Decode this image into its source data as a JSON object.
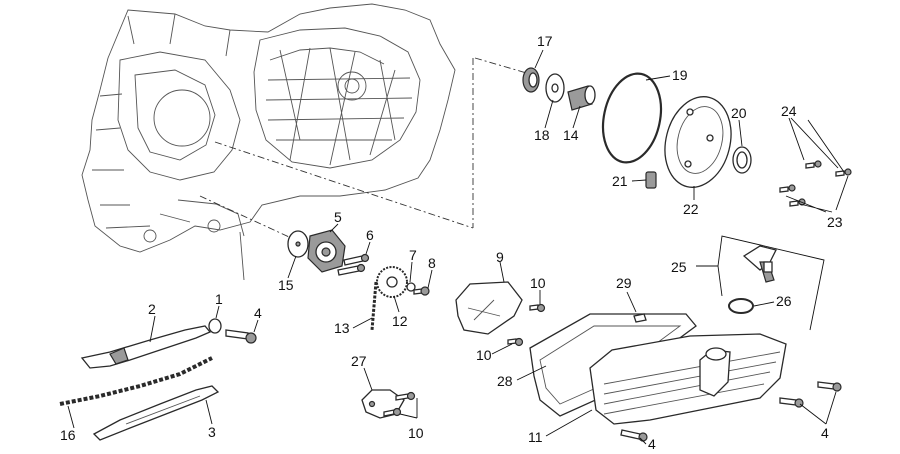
{
  "callouts": [
    {
      "key": "c1",
      "label": "1"
    },
    {
      "key": "c2",
      "label": "2"
    },
    {
      "key": "c3",
      "label": "3"
    },
    {
      "key": "c4a",
      "label": "4"
    },
    {
      "key": "c4b",
      "label": "4"
    },
    {
      "key": "c4c",
      "label": "4"
    },
    {
      "key": "c5",
      "label": "5"
    },
    {
      "key": "c6",
      "label": "6"
    },
    {
      "key": "c7",
      "label": "7"
    },
    {
      "key": "c8",
      "label": "8"
    },
    {
      "key": "c9",
      "label": "9"
    },
    {
      "key": "c10a",
      "label": "10"
    },
    {
      "key": "c10b",
      "label": "10"
    },
    {
      "key": "c10c",
      "label": "10"
    },
    {
      "key": "c11",
      "label": "11"
    },
    {
      "key": "c12",
      "label": "12"
    },
    {
      "key": "c13",
      "label": "13"
    },
    {
      "key": "c14",
      "label": "14"
    },
    {
      "key": "c15",
      "label": "15"
    },
    {
      "key": "c16",
      "label": "16"
    },
    {
      "key": "c17",
      "label": "17"
    },
    {
      "key": "c18",
      "label": "18"
    },
    {
      "key": "c19",
      "label": "19"
    },
    {
      "key": "c20",
      "label": "20"
    },
    {
      "key": "c21",
      "label": "21"
    },
    {
      "key": "c22",
      "label": "22"
    },
    {
      "key": "c23",
      "label": "23"
    },
    {
      "key": "c24",
      "label": "24"
    },
    {
      "key": "c25",
      "label": "25"
    },
    {
      "key": "c26",
      "label": "26"
    },
    {
      "key": "c27",
      "label": "27"
    },
    {
      "key": "c28",
      "label": "28"
    },
    {
      "key": "c29",
      "label": "29"
    }
  ]
}
